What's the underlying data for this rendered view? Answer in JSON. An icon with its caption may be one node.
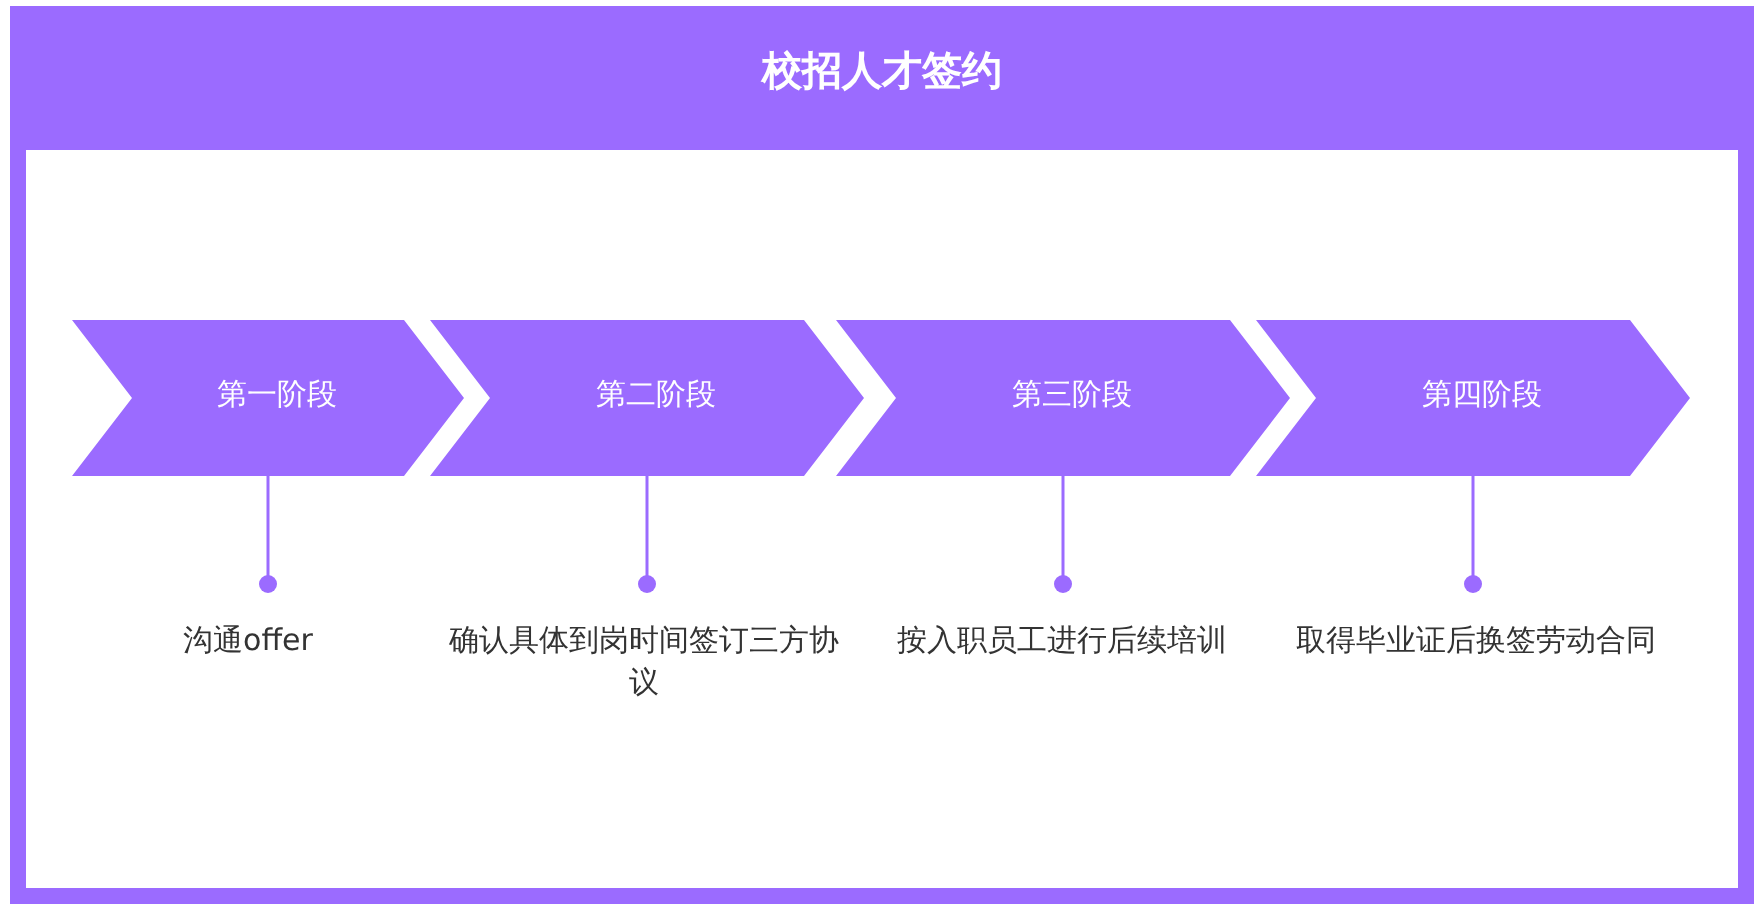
{
  "diagram": {
    "title": "校招人才签约",
    "nodes": [
      {
        "text": [
          "第一阶段"
        ]
      },
      {
        "text": [
          "第二阶段"
        ]
      },
      {
        "text": [
          "第三阶段"
        ]
      },
      {
        "text": [
          "第四阶段"
        ]
      },
      {
        "text": [
          "沟通offer"
        ]
      },
      {
        "text": [
          "确认具体到岗时间签订三方协议"
        ]
      },
      {
        "text": [
          "按入职员工进行后续培训"
        ]
      },
      {
        "text": [
          "取得毕业证后换签劳动合同"
        ]
      }
    ],
    "edges": [
      {
        "from": 0,
        "to": 4,
        "arrow": "other"
      },
      {
        "from": 1,
        "to": 5,
        "arrow": "other"
      },
      {
        "from": 2,
        "to": 6,
        "arrow": "other"
      },
      {
        "from": 3,
        "to": 7,
        "arrow": "other"
      }
    ]
  }
}
